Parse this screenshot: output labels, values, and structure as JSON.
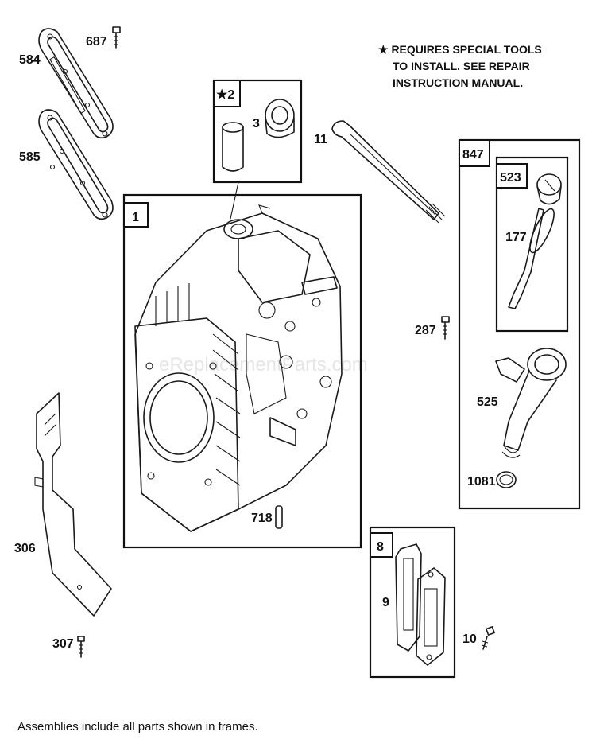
{
  "note": {
    "line1": "★ REQUIRES SPECIAL TOOLS",
    "line2": "TO INSTALL.  SEE REPAIR",
    "line3": "INSTRUCTION MANUAL."
  },
  "watermark": "eReplacementParts.com",
  "footer": "Assemblies include all parts shown in frames.",
  "frames": {
    "f2": "★2",
    "f1": "1",
    "f847": "847",
    "f523": "523",
    "f8": "8"
  },
  "labels": {
    "p584": "584",
    "p687": "687",
    "p585": "585",
    "p3": "3",
    "p11": "11",
    "p177": "177",
    "p287": "287",
    "p525": "525",
    "p1081": "1081",
    "p718": "718",
    "p306": "306",
    "p307": "307",
    "p9": "9",
    "p10": "10"
  }
}
